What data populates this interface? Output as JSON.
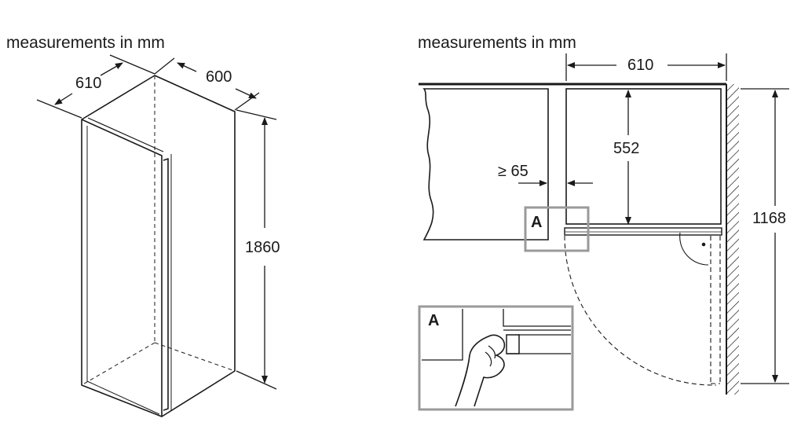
{
  "left": {
    "caption": "measurements in mm",
    "dims": {
      "depth": "610",
      "width": "600",
      "height": "1860"
    }
  },
  "right": {
    "caption": "measurements in mm",
    "dims": {
      "width": "610",
      "depth": "552",
      "gap": "≥ 65",
      "door_depth": "1168"
    },
    "detail_label": "A",
    "inset_label": "A"
  }
}
